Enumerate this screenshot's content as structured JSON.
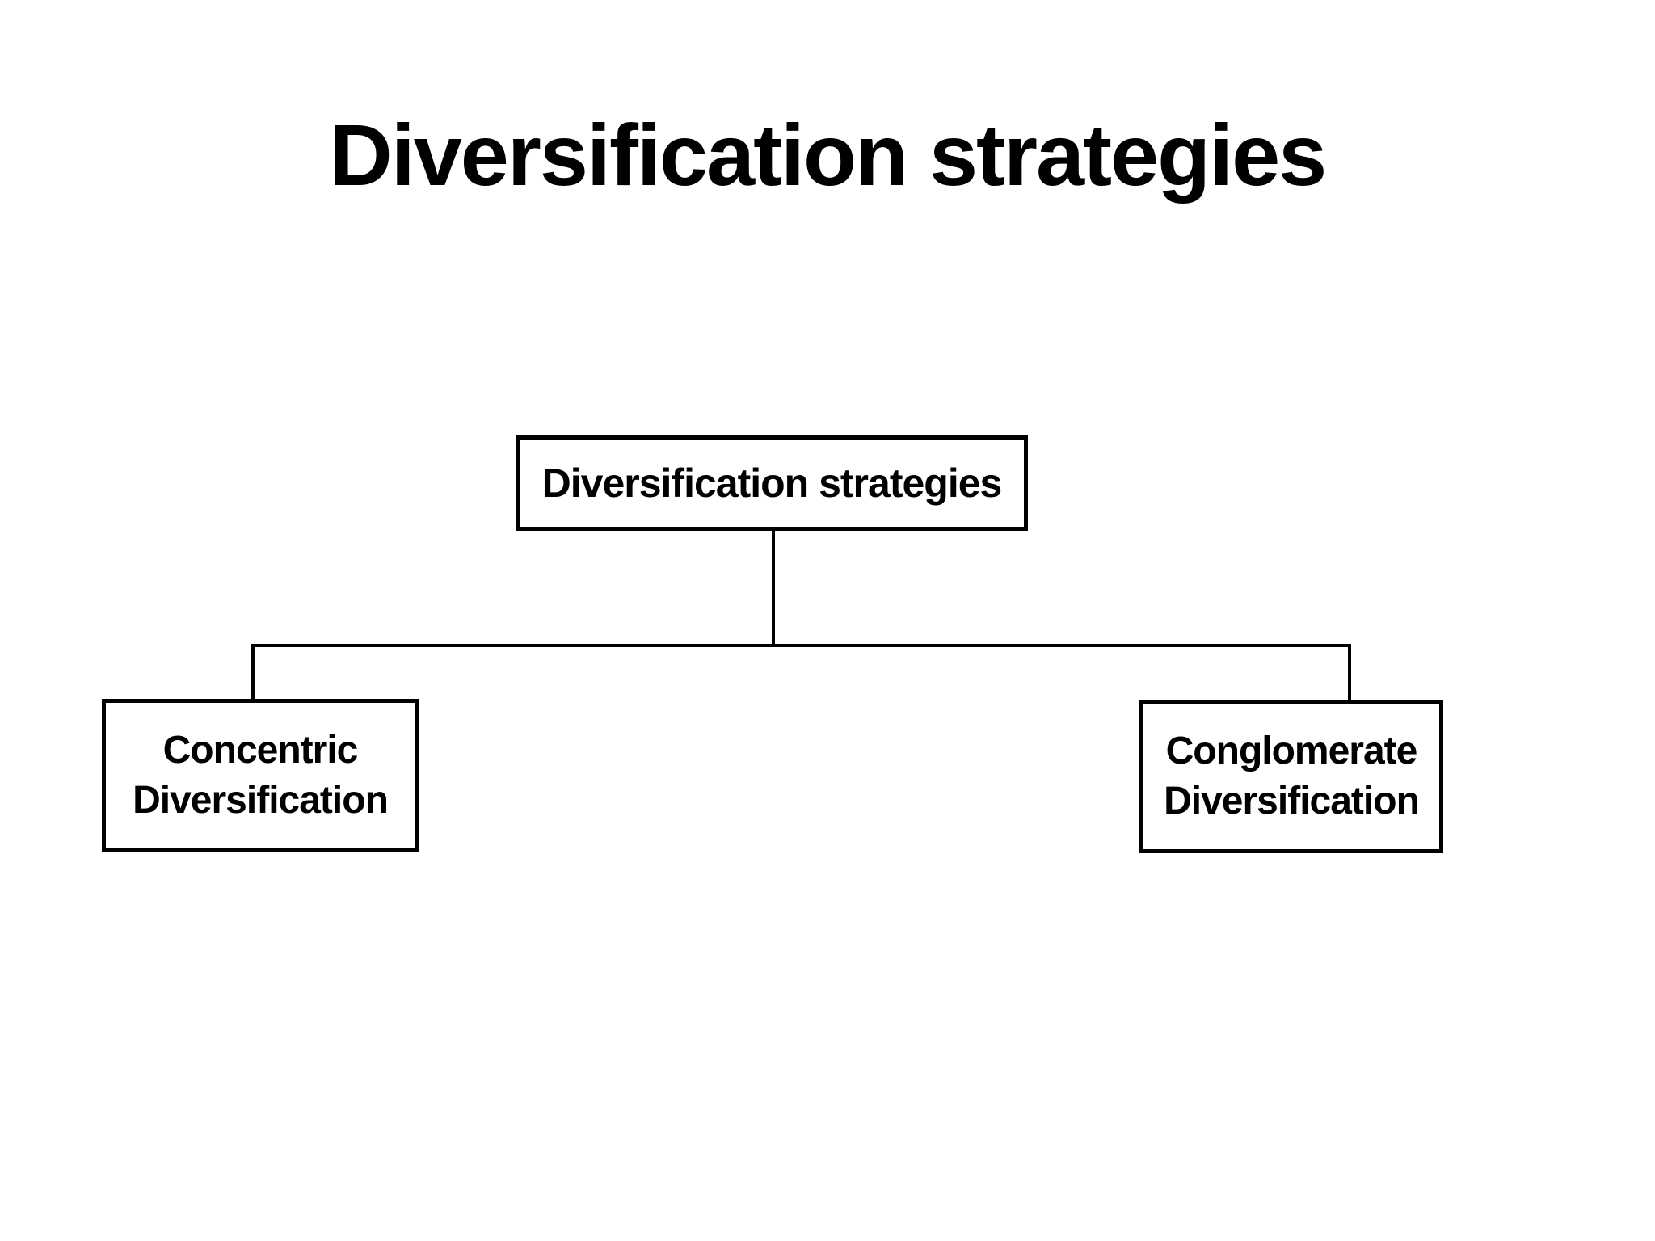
{
  "slide": {
    "title": "Diversification strategies"
  },
  "diagram": {
    "root": {
      "label": "Diversification strategies"
    },
    "children": [
      {
        "lines": [
          "Concentric",
          "Diversification"
        ]
      },
      {
        "lines": [
          "Conglomerate",
          "Diversification"
        ]
      }
    ]
  },
  "colors": {
    "background": "#ffffff",
    "text": "#000000",
    "box_border": "#000000",
    "connector": "#000000"
  }
}
